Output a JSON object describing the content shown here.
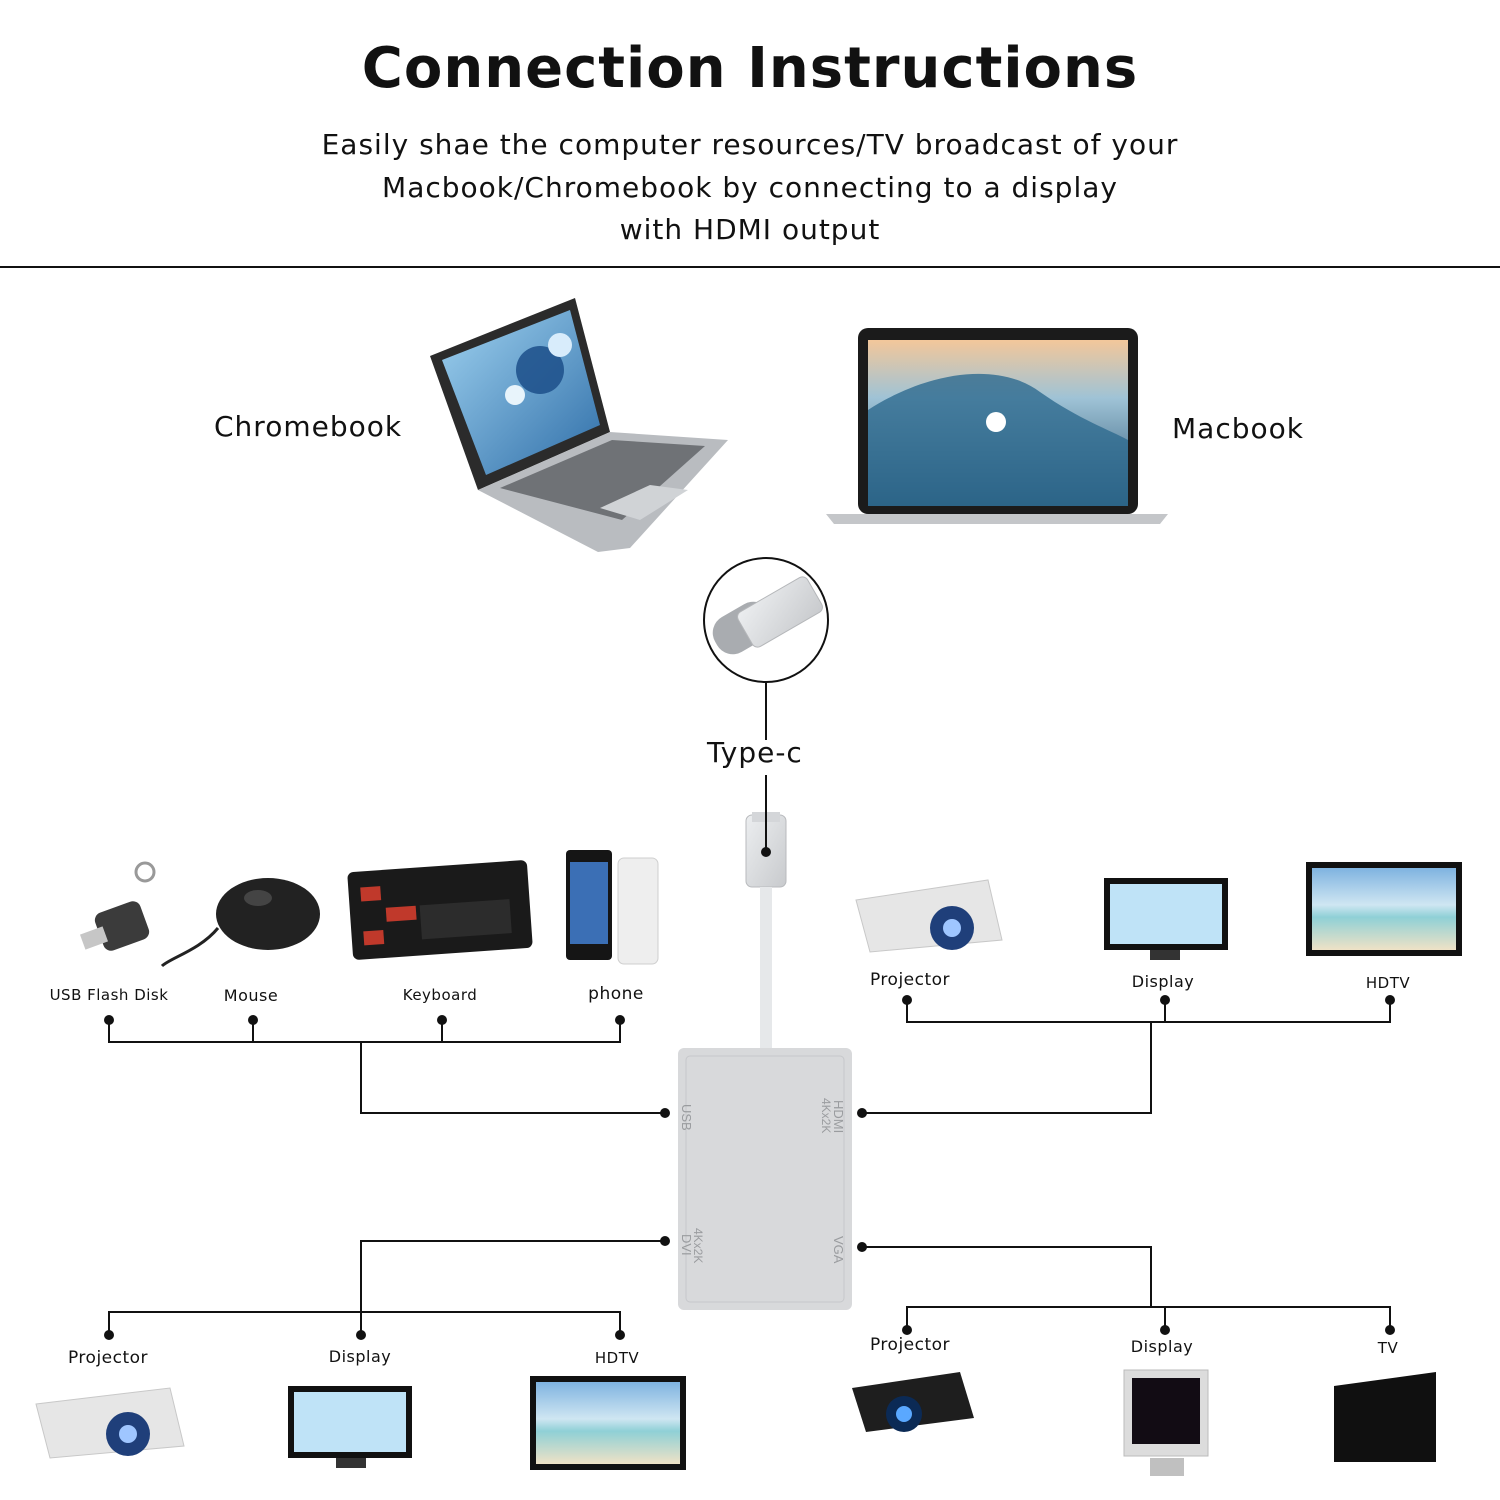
{
  "header": {
    "title": "Connection Instructions",
    "subtitle_lines": [
      "Easily shae the computer resources/TV broadcast of your",
      "Macbook/Chromebook by connecting to a display",
      "with HDMI output"
    ]
  },
  "hosts": {
    "left": "Chromebook",
    "right": "Macbook"
  },
  "connector": {
    "label": "Type-c"
  },
  "adapter": {
    "color": "#d8d9db",
    "ports": {
      "usb": "USB",
      "hdmi_1": "HDMI",
      "hdmi_2": "4Kx2K",
      "dvi_1": "DVI",
      "dvi_2": "4Kx2K",
      "vga": "VGA"
    }
  },
  "usb_devices": [
    "USB Flash Disk",
    "Mouse",
    "Keyboard",
    "phone"
  ],
  "hdmi_devices": [
    "Projector",
    "Display",
    "HDTV"
  ],
  "dvi_devices": [
    "Projector",
    "Display",
    "HDTV"
  ],
  "vga_devices": [
    "Projector",
    "Display",
    "TV"
  ],
  "colors": {
    "line": "#111111",
    "screen_blue": "#4a90c8",
    "sand": "#e8dcc0",
    "keyboard_red": "#c0392b"
  }
}
